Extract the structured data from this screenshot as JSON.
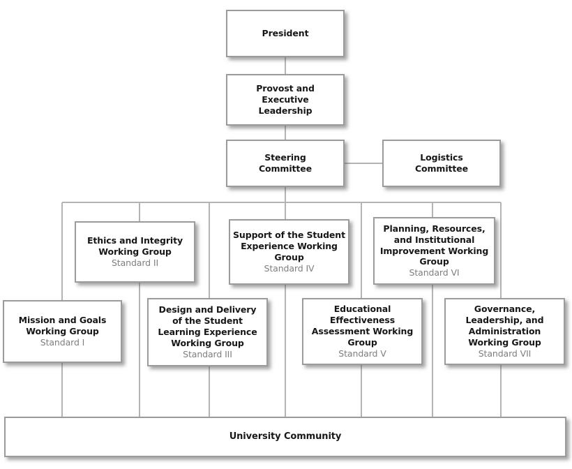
{
  "diagram": {
    "type": "organizational-chart",
    "nodes": {
      "president": {
        "title": "President"
      },
      "provost": {
        "title": "Provost and\nExecutive\nLeadership"
      },
      "steering": {
        "title": "Steering\nCommittee"
      },
      "logistics": {
        "title": "Logistics\nCommittee"
      },
      "mission_goals": {
        "title": "Mission and Goals\nWorking Group",
        "standard": "Standard I"
      },
      "ethics_integrity": {
        "title": "Ethics and Integrity\nWorking Group",
        "standard": "Standard II"
      },
      "design_delivery": {
        "title": "Design and Delivery\nof the Student\nLearning Experience\nWorking Group",
        "standard": "Standard III"
      },
      "support_student": {
        "title": "Support of the Student\nExperience Working\nGroup",
        "standard": "Standard IV"
      },
      "educational_effectiveness": {
        "title": "Educational\nEffectiveness\nAssessment Working\nGroup",
        "standard": "Standard V"
      },
      "planning_resources": {
        "title": "Planning, Resources,\nand Institutional\nImprovement Working\nGroup",
        "standard": "Standard VI"
      },
      "governance": {
        "title": "Governance,\nLeadership, and\nAdministration\nWorking Group",
        "standard": "Standard VII"
      },
      "university_community": {
        "title": "University Community"
      }
    },
    "colors": {
      "box_border": "#9b9b9b",
      "box_fill": "#ffffff",
      "connector": "#b4b4b4",
      "title_text": "#17171a",
      "standard_text": "#7e7e82"
    }
  }
}
